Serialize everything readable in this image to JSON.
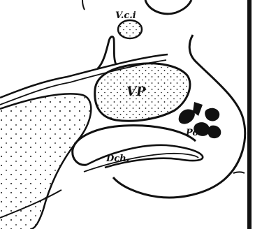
{
  "figure": {
    "ink": "#111111",
    "paper": "#ffffff",
    "labels": {
      "vci": "V.c.i",
      "vp": "VP",
      "pol": "Pol",
      "dch": "Dch."
    }
  }
}
